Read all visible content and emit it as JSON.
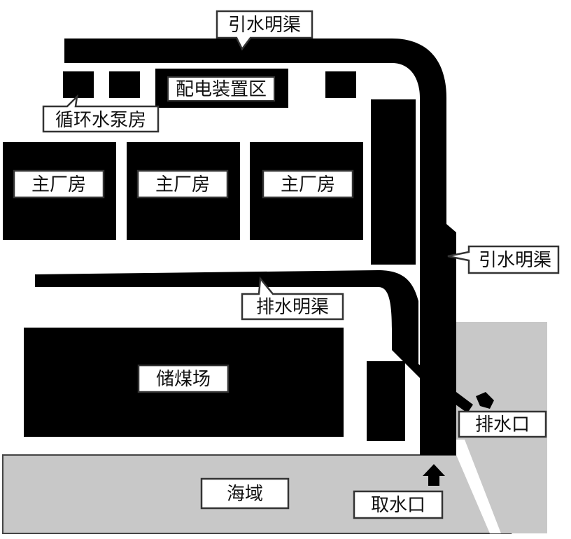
{
  "labels": {
    "intake_channel": "引水明渠",
    "power_distribution_area": "配电装置区",
    "circulating_pump_house": "循环水泵房",
    "main_building": "主厂房",
    "discharge_channel": "排水明渠",
    "coal_yard": "储煤场",
    "discharge_outlet": "排水口",
    "water_intake": "取水口",
    "sea_area": "海域"
  },
  "colors": {
    "structure": "#000000",
    "sea": "#c8c8c8",
    "background": "#ffffff",
    "label_border": "#333333"
  },
  "icons": {
    "intake_arrow": "arrow-up-icon",
    "discharge_arrow": "arrow-down-left-icon"
  }
}
